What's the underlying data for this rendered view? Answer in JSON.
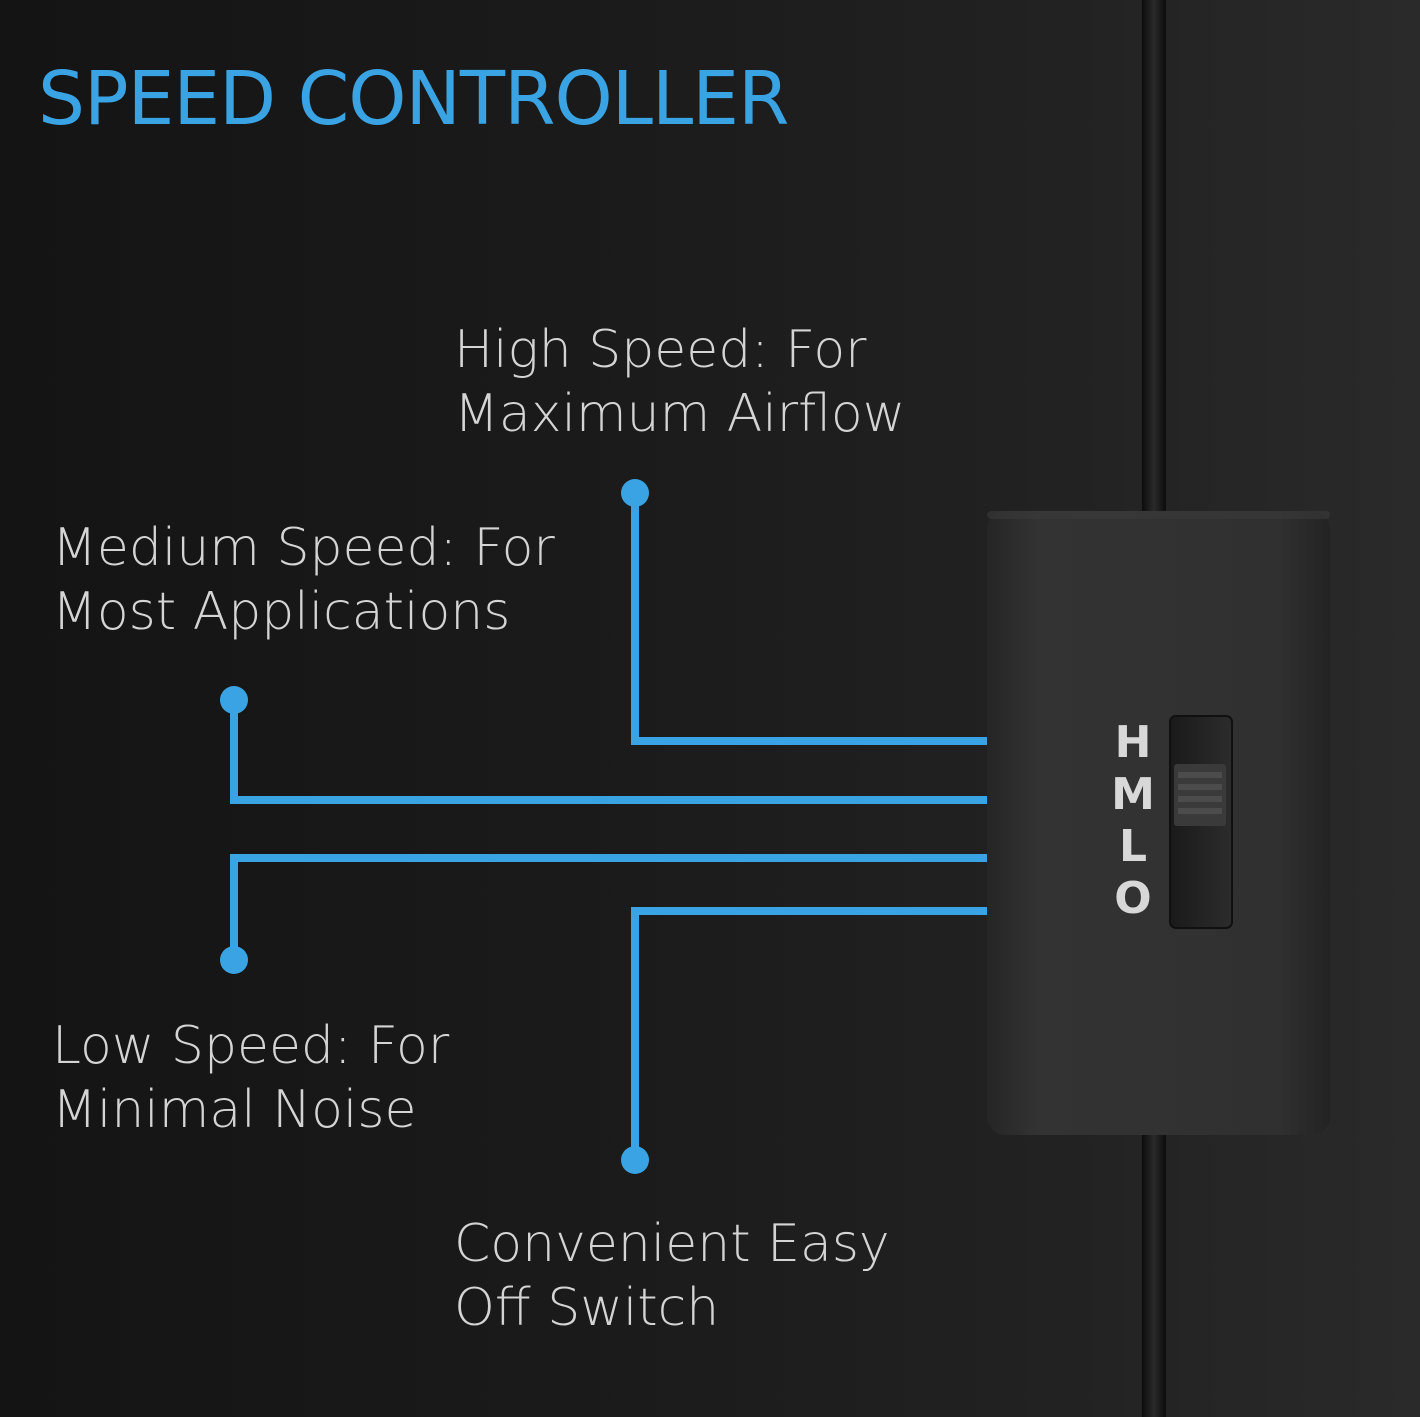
{
  "title": "SPEED CONTROLLER",
  "callouts": {
    "high": {
      "line1": "High Speed: For",
      "line2": "Maximum Airflow"
    },
    "medium": {
      "line1": "Medium Speed: For",
      "line2": "Most Applications"
    },
    "low": {
      "line1": "Low Speed: For",
      "line2": "Minimal Noise"
    },
    "off": {
      "line1": "Convenient Easy",
      "line2": "Off Switch"
    }
  },
  "switch": {
    "positions": [
      "H",
      "M",
      "L",
      "O"
    ],
    "selected": "M"
  },
  "colors": {
    "accent": "#3aa3e3",
    "callout_text": "#d4d4d4",
    "device_body": "#2e2e2e"
  }
}
